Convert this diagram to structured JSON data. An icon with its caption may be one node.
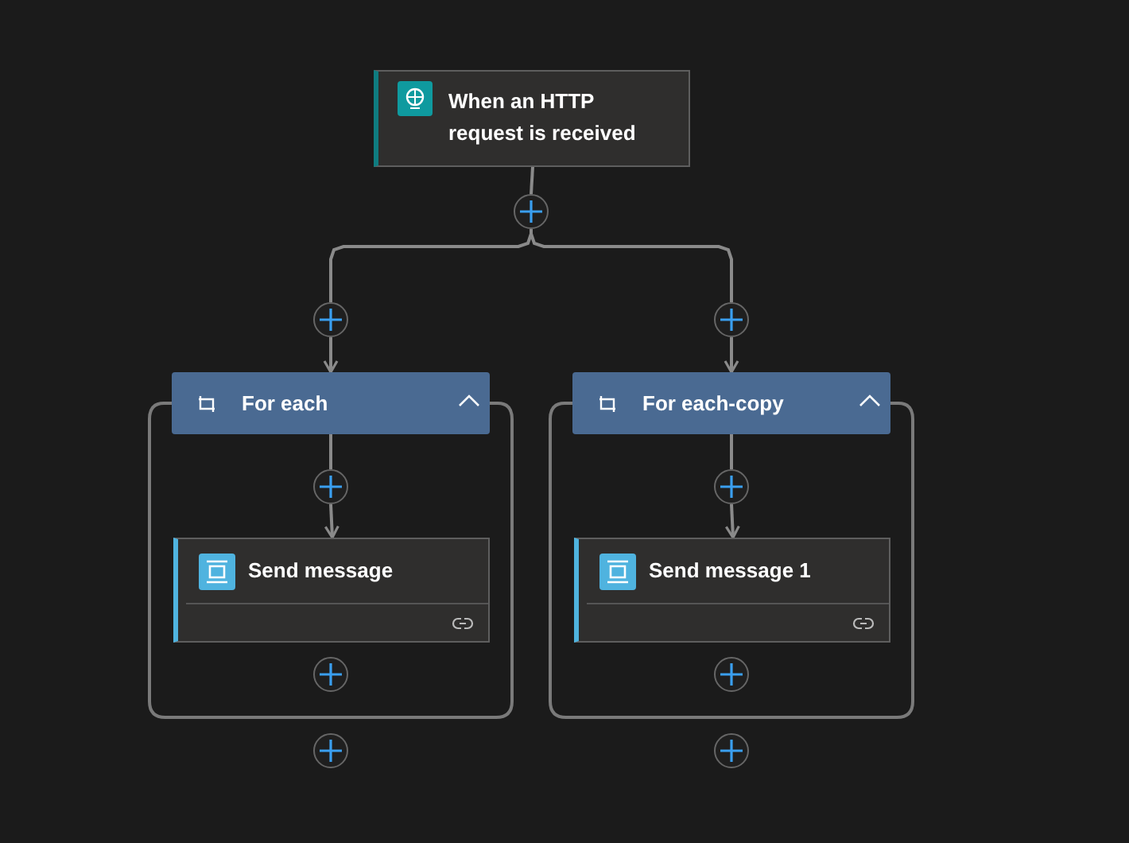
{
  "diagram": {
    "nodes": [
      {
        "text": [
          "When an HTTP request is received"
        ]
      },
      {
        "text": [],
        "shape": "circle"
      },
      {
        "text": [],
        "shape": "circle"
      },
      {
        "text": [],
        "shape": "circle"
      },
      {
        "text": [],
        "shape": "box"
      },
      {
        "text": [
          "For each"
        ],
        "in": 4
      },
      {
        "text": [],
        "shape": "circle",
        "in": 4
      },
      {
        "text": [
          "Send message"
        ],
        "in": 4
      },
      {
        "text": [],
        "shape": "circle",
        "in": 4
      },
      {
        "text": [],
        "shape": "box"
      },
      {
        "text": [
          "For each-copy"
        ],
        "in": 9
      },
      {
        "text": [],
        "shape": "circle",
        "in": 9
      },
      {
        "text": [
          "Send message 1"
        ],
        "in": 9
      },
      {
        "text": [],
        "shape": "circle",
        "in": 9
      },
      {
        "text": [],
        "shape": "circle"
      },
      {
        "text": [],
        "shape": "circle"
      }
    ],
    "edges": [
      {
        "from": 0,
        "to": 1,
        "arrow": "none"
      },
      {
        "from": 1,
        "to": 2,
        "arrow": "none"
      },
      {
        "from": 1,
        "to": 3,
        "arrow": "none"
      },
      {
        "from": 2,
        "to": 5,
        "arrow": "to"
      },
      {
        "from": 3,
        "to": 10,
        "arrow": "to"
      },
      {
        "from": 5,
        "to": 6,
        "arrow": "none"
      },
      {
        "from": 6,
        "to": 7,
        "arrow": "to"
      },
      {
        "from": 10,
        "to": 11,
        "arrow": "none"
      },
      {
        "from": 11,
        "to": 12,
        "arrow": "to"
      }
    ]
  }
}
